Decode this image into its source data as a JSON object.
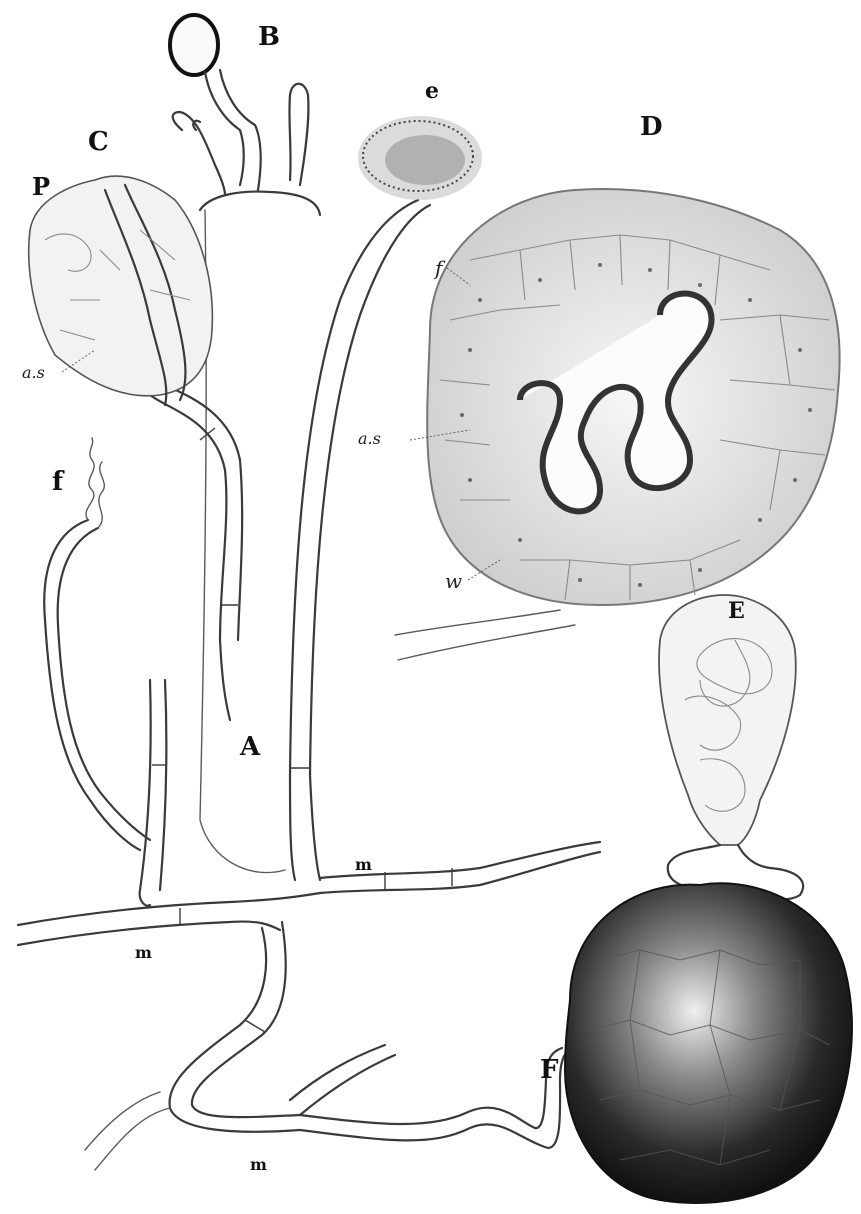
{
  "figure_labels": {
    "A": "A",
    "B": "B",
    "C": "C",
    "D": "D",
    "E": "E",
    "F": "F",
    "P": "P",
    "e": "e",
    "f_left": "f",
    "f_D": "f",
    "as_C": "a.s",
    "as_D": "a.s",
    "w": "w",
    "m_left": "m",
    "m_right": "m",
    "m_bottom": "m"
  },
  "colors": {
    "ink": "#3a3a3a",
    "paper": "#ffffff",
    "spore_mass": "#2a2a2a",
    "oogonium_fill": "#f3f3f3"
  }
}
